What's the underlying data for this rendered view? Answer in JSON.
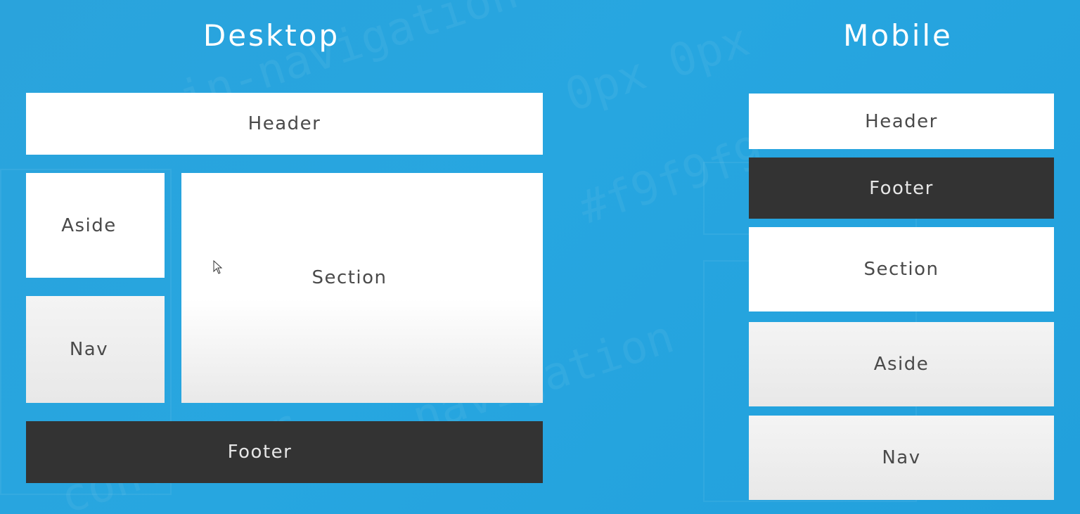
{
  "desktop": {
    "title": "Desktop",
    "header": "Header",
    "aside": "Aside",
    "nav": "Nav",
    "section": "Section",
    "footer": "Footer"
  },
  "mobile": {
    "title": "Mobile",
    "header": "Header",
    "footer": "Footer",
    "section": "Section",
    "aside": "Aside",
    "nav": "Nav"
  },
  "colors": {
    "background": "#27a6e0",
    "box": "#ffffff",
    "footer": "#333333",
    "text": "#4a4a4a"
  }
}
